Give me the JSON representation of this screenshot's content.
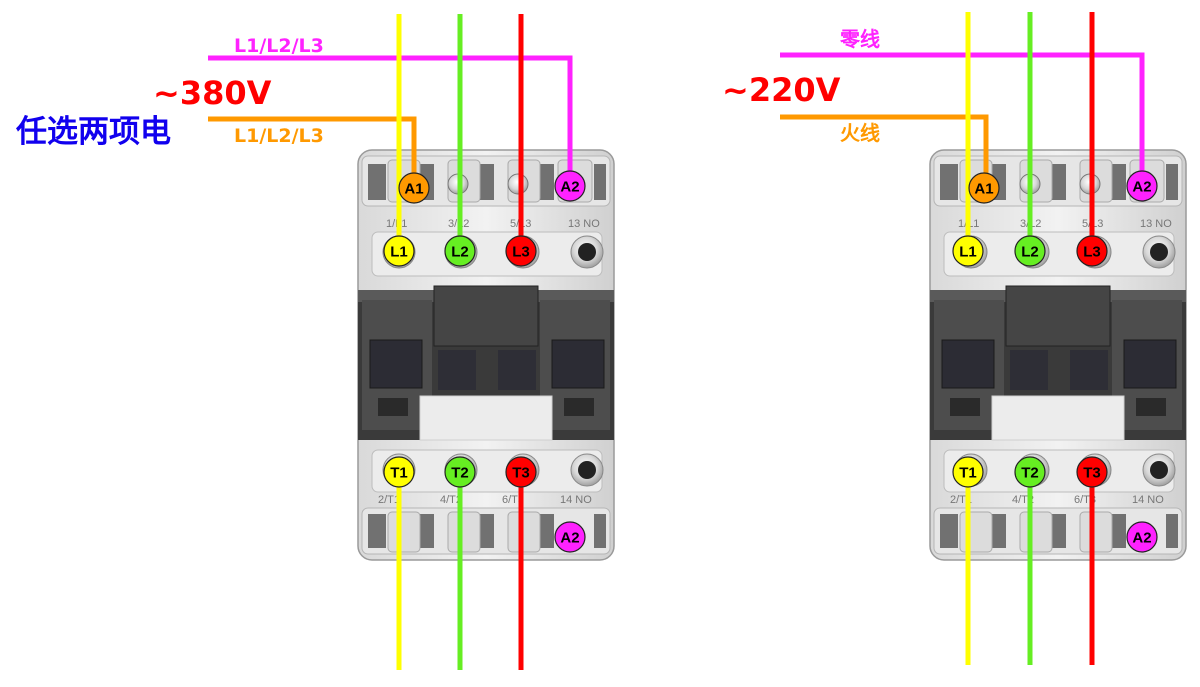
{
  "colors": {
    "phase1": "#ffff00",
    "phase2": "#66ee22",
    "phase3": "#ff0000",
    "coil_a1": "#ff9900",
    "coil_a2": "#ff22ff",
    "voltage_label": "#ff0000",
    "note_label": "#1100ee"
  },
  "left": {
    "voltage": "~380V",
    "note": "任选两项电",
    "a2_line_label": "L1/L2/L3",
    "a1_line_label": "L1/L2/L3"
  },
  "right": {
    "voltage": "~220V",
    "a2_line_label": "零线",
    "a1_line_label": "火线"
  },
  "contactor": {
    "coil_a1": "A1",
    "coil_a2": "A2",
    "top_terminals": [
      "1/L1",
      "3/L2",
      "5/L3",
      "13 NO"
    ],
    "bottom_terminals": [
      "2/T1",
      "4/T2",
      "6/T3",
      "14 NO"
    ],
    "line_badges": [
      "L1",
      "L2",
      "L3"
    ],
    "load_badges": [
      "T1",
      "T2",
      "T3"
    ]
  }
}
